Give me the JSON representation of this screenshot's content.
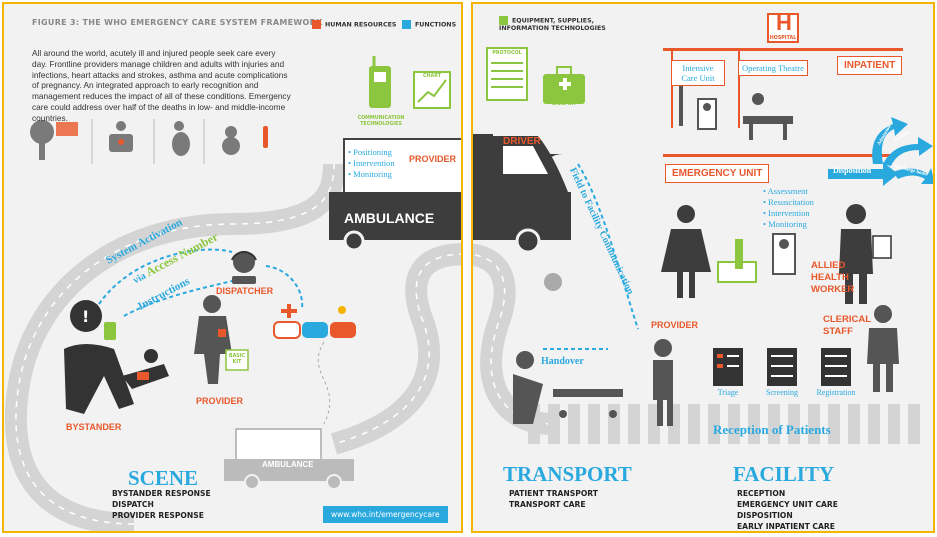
{
  "left": {
    "figure_title": "FIGURE 3: THE WHO EMERGENCY CARE SYSTEM FRAMEWORK",
    "legend": [
      {
        "label": "HUMAN RESOURCES",
        "color": "#e8582b"
      },
      {
        "label": "FUNCTIONS",
        "color": "#2aa9df"
      }
    ],
    "intro": "All around the world, acutely ill and injured people seek care every day. Frontline providers manage children and adults with injuries and infections, heart attacks and strokes, asthma and acute complications of pregnancy. An integrated approach to early recognition and management reduces the impact of all of these conditions. Emergency care could address over half of the deaths in low- and middle-income countries.",
    "chart_label": "CHART",
    "comm_tech": "COMMUNICATION TECHNOLOGIES",
    "ambulance_functions": [
      "Positioning",
      "Intervention",
      "Monitoring"
    ],
    "provider_top": "PROVIDER",
    "ambulance_big": "AMBULANCE",
    "system_activation": "System Activation",
    "via": "via",
    "access_number": "Access Number",
    "instructions": "Instructions",
    "dispatcher": "DISPATCHER",
    "bystander": "BYSTANDER",
    "provider_bottom": "PROVIDER",
    "basic_kit": "BASIC KIT",
    "ambulance_small": "AMBULANCE",
    "section_title": "SCENE",
    "section_items": [
      "BYSTANDER RESPONSE",
      "DISPATCH",
      "PROVIDER RESPONSE"
    ],
    "url": "www.who.int/emergencycare"
  },
  "right": {
    "legend": {
      "label": "EQUIPMENT, SUPPLIES, INFORMATION TECHNOLOGIES",
      "color": "#8cc63f"
    },
    "protocol": "PROTOCOL",
    "transport_care_kit": "TRANSPORT CARE KIT",
    "hospital": "HOSPITAL",
    "driver": "DRIVER",
    "field_comm": "Field to Facility Communication",
    "icu": "Intensive Care Unit",
    "operating_theatre": "Operating Theatre",
    "inpatient": "INPATIENT",
    "admission": "Admission",
    "transfer": "Transfer",
    "discharge_home": "Discharge home",
    "disposition": "Disposition",
    "emergency_unit": "EMERGENCY UNIT",
    "eu_functions": [
      "Assessment",
      "Resuscitation",
      "Intervention",
      "Monitoring"
    ],
    "allied_health": [
      "ALLIED",
      "HEALTH",
      "WORKER"
    ],
    "clerical_staff": [
      "CLERICAL",
      "STAFF"
    ],
    "provider": "PROVIDER",
    "handover": "Handover",
    "triage": "Triage",
    "screening": "Screening",
    "registration": "Registration",
    "reception_of_patients": "Reception of Patients",
    "transport_title": "TRANSPORT",
    "transport_items": [
      "PATIENT TRANSPORT",
      "TRANSPORT CARE"
    ],
    "facility_title": "FACILITY",
    "facility_items": [
      "RECEPTION",
      "EMERGENCY UNIT CARE",
      "DISPOSITION",
      "EARLY INPATIENT CARE"
    ]
  },
  "colors": {
    "orange": "#e8582b",
    "blue": "#2aa9df",
    "green": "#8cc63f",
    "dark": "#333333",
    "road": "#cfcfcf",
    "frame": "#f4b400"
  }
}
